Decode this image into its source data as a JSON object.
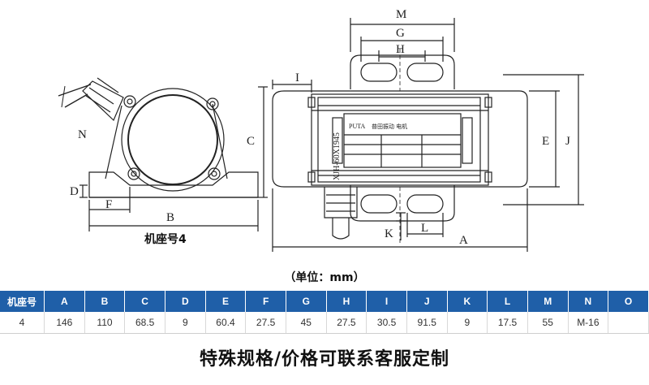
{
  "labels": {
    "M": "M",
    "G": "G",
    "H": "H",
    "I": "I",
    "N": "N",
    "C": "C",
    "D": "D",
    "F": "F",
    "B": "B",
    "E": "E",
    "J": "J",
    "K": "K",
    "L": "L",
    "A": "A"
  },
  "plate": {
    "brand": "PUTA",
    "maker": "普田振动 电机",
    "model": "XJH-60X1945"
  },
  "caption": "机座号4",
  "unit_label": "（单位：mm）",
  "table": {
    "headers": [
      "机座号",
      "A",
      "B",
      "C",
      "D",
      "E",
      "F",
      "G",
      "H",
      "I",
      "J",
      "K",
      "L",
      "M",
      "N",
      "O"
    ],
    "row": [
      "4",
      "146",
      "110",
      "68.5",
      "9",
      "60.4",
      "27.5",
      "45",
      "27.5",
      "30.5",
      "91.5",
      "9",
      "17.5",
      "55",
      "M-16",
      ""
    ]
  },
  "note": "特殊规格/价格可联系客服定制"
}
